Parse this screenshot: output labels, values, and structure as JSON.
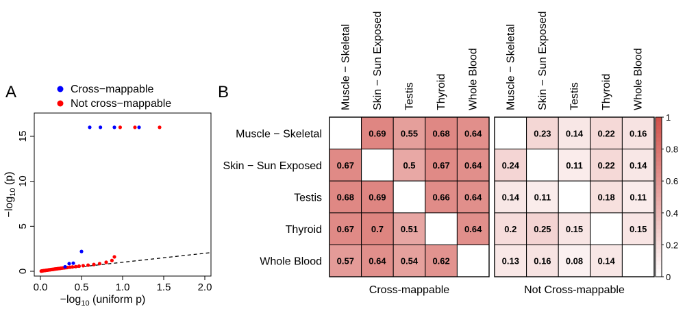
{
  "chart_data": [
    {
      "type": "scatter",
      "panel_label": "A",
      "xlabel_prefix": "−log",
      "xlabel_sub": "10",
      "xlabel_suffix": " (uniform p)",
      "ylabel_prefix": "−log",
      "ylabel_sub": "10",
      "ylabel_suffix": " (p)",
      "xlim": [
        0,
        2.05
      ],
      "ylim": [
        0,
        16.5
      ],
      "xticks": [
        "0.0",
        "0.5",
        "1.0",
        "1.5",
        "2.0"
      ],
      "yticks": [
        "0",
        "5",
        "10",
        "15"
      ],
      "xtick_values": [
        0,
        0.5,
        1.0,
        1.5,
        2.0
      ],
      "ytick_values": [
        0,
        5,
        10,
        15
      ],
      "reference_line": "y = x",
      "legend": [
        {
          "label": "Cross−mappable",
          "color": "#0000ff"
        },
        {
          "label": "Not cross−mappable",
          "color": "#ff0000"
        }
      ],
      "series": [
        {
          "name": "Cross−mappable",
          "color": "#0000ff",
          "points": [
            [
              0.3,
              0.5
            ],
            [
              0.35,
              0.85
            ],
            [
              0.4,
              0.9
            ],
            [
              0.5,
              2.2
            ],
            [
              0.6,
              16
            ],
            [
              0.73,
              16
            ],
            [
              0.9,
              16
            ],
            [
              1.2,
              16
            ]
          ]
        },
        {
          "name": "Not cross−mappable",
          "color": "#ff0000",
          "points": [
            [
              0.01,
              0.02
            ],
            [
              0.02,
              0.04
            ],
            [
              0.03,
              0.05
            ],
            [
              0.04,
              0.07
            ],
            [
              0.05,
              0.08
            ],
            [
              0.06,
              0.09
            ],
            [
              0.07,
              0.11
            ],
            [
              0.08,
              0.12
            ],
            [
              0.09,
              0.13
            ],
            [
              0.1,
              0.15
            ],
            [
              0.11,
              0.16
            ],
            [
              0.12,
              0.17
            ],
            [
              0.13,
              0.19
            ],
            [
              0.14,
              0.2
            ],
            [
              0.15,
              0.21
            ],
            [
              0.16,
              0.22
            ],
            [
              0.17,
              0.24
            ],
            [
              0.18,
              0.25
            ],
            [
              0.19,
              0.26
            ],
            [
              0.2,
              0.27
            ],
            [
              0.21,
              0.29
            ],
            [
              0.22,
              0.3
            ],
            [
              0.23,
              0.31
            ],
            [
              0.24,
              0.32
            ],
            [
              0.25,
              0.34
            ],
            [
              0.27,
              0.36
            ],
            [
              0.29,
              0.38
            ],
            [
              0.31,
              0.4
            ],
            [
              0.33,
              0.42
            ],
            [
              0.36,
              0.45
            ],
            [
              0.39,
              0.48
            ],
            [
              0.43,
              0.52
            ],
            [
              0.47,
              0.57
            ],
            [
              0.52,
              0.62
            ],
            [
              0.58,
              0.68
            ],
            [
              0.65,
              0.75
            ],
            [
              0.72,
              0.85
            ],
            [
              0.8,
              1.0
            ],
            [
              0.87,
              1.2
            ],
            [
              0.9,
              1.6
            ],
            [
              0.97,
              16
            ],
            [
              1.15,
              16
            ],
            [
              1.45,
              16
            ]
          ]
        }
      ]
    },
    {
      "type": "heatmap",
      "panel_label": "B",
      "rows": [
        "Muscle − Skeletal",
        "Skin − Sun Exposed",
        "Testis",
        "Thyroid",
        "Whole Blood"
      ],
      "columns": [
        "Muscle − Skeletal",
        "Skin − Sun Exposed",
        "Testis",
        "Thyroid",
        "Whole Blood"
      ],
      "color_range": [
        0,
        1
      ],
      "color_low": "#ffffff",
      "color_high": "#d0504a",
      "colorbar_ticks": [
        "0",
        "0.2",
        "0.4",
        "0.6",
        "0.8",
        "1"
      ],
      "colorbar_tick_values": [
        0,
        0.2,
        0.4,
        0.6,
        0.8,
        1
      ],
      "panels": [
        {
          "title": "Cross-mappable",
          "values": [
            [
              null,
              0.69,
              0.55,
              0.68,
              0.64
            ],
            [
              0.67,
              null,
              0.5,
              0.67,
              0.64
            ],
            [
              0.68,
              0.69,
              null,
              0.66,
              0.64
            ],
            [
              0.67,
              0.7,
              0.51,
              null,
              0.64
            ],
            [
              0.57,
              0.64,
              0.54,
              0.62,
              null
            ]
          ]
        },
        {
          "title": "Not Cross-mappable",
          "values": [
            [
              null,
              0.23,
              0.14,
              0.22,
              0.16
            ],
            [
              0.24,
              null,
              0.11,
              0.22,
              0.14
            ],
            [
              0.14,
              0.11,
              null,
              0.18,
              0.11
            ],
            [
              0.2,
              0.25,
              0.15,
              null,
              0.15
            ],
            [
              0.13,
              0.16,
              0.08,
              0.14,
              null
            ]
          ]
        }
      ]
    }
  ]
}
